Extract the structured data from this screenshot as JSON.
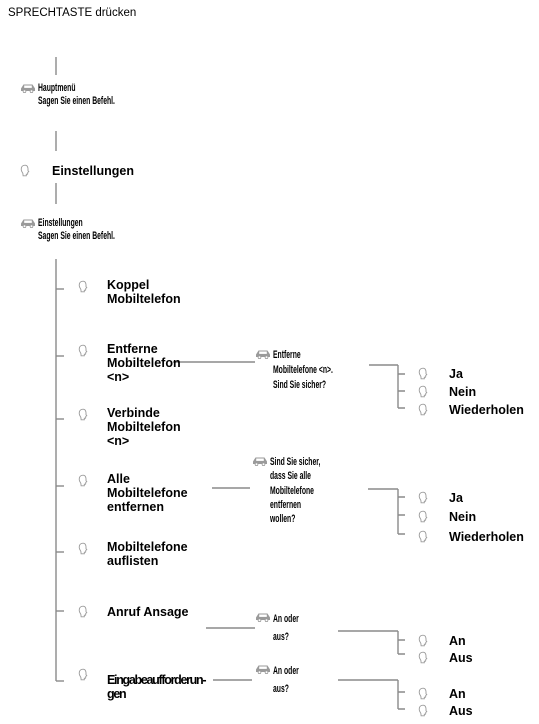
{
  "header": "SPRECHTASTE drücken",
  "main_menu": {
    "title": "Hauptmenü",
    "prompt": "Sagen Sie einen Befehl."
  },
  "settings_command": "Einstellungen",
  "settings_menu": {
    "title": "Einstellungen",
    "prompt": "Sagen Sie einen Befehl."
  },
  "commands": {
    "pair": "Koppel\nMobiltelefon",
    "remove": "Entferne\nMobiltelefon\n<n>",
    "connect": "Verbinde\nMobiltelefon\n<n>",
    "remove_all": "Alle\nMobiltelefone\nentfernen",
    "list": "Mobiltelefone\nauflisten",
    "announce": "Anruf Ansage",
    "prompts": "Eingabeaufforderun-\ngen"
  },
  "system_prompts": {
    "remove": "Entferne\nMobiltelefone <n>.\nSind Sie sicher?",
    "remove_all": "Sind Sie sicher,\ndass Sie alle\nMobiltelefone\nentfernen\nwollen?",
    "announce": "An oder\naus?",
    "prompts": "An oder\naus?"
  },
  "answers": {
    "remove": [
      "Ja",
      "Nein",
      "Wiederholen"
    ],
    "remove_all": [
      "Ja",
      "Nein",
      "Wiederholen"
    ],
    "announce": [
      "An",
      "Aus"
    ],
    "prompts": [
      "An",
      "Aus"
    ]
  },
  "icons": {
    "car": "car-icon",
    "speech": "speech-icon"
  },
  "colors": {
    "line": "#8a8a8a",
    "icon": "#9a9a9a",
    "text": "#000000"
  }
}
